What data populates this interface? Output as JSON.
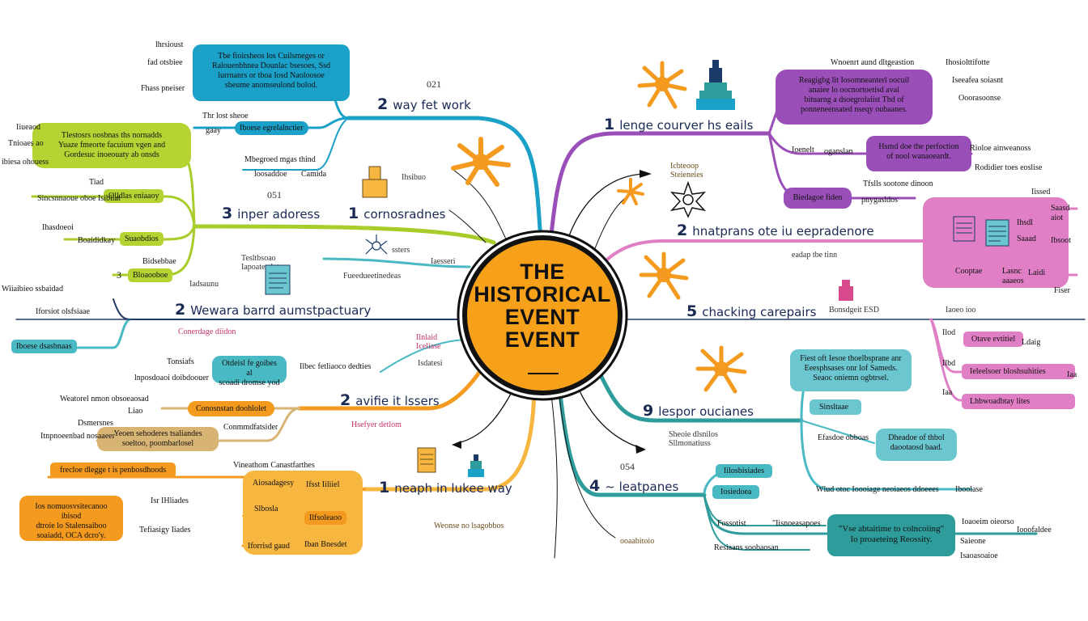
{
  "center": {
    "title_lines": [
      "THE",
      "HISTORICAL",
      "EVENT",
      "EVENT"
    ]
  },
  "colors": {
    "blue": "#1ba0c8",
    "green": "#a8cc2a",
    "teal": "#49b9c4",
    "orange": "#f39a1f",
    "tan": "#d8b474",
    "purple": "#9a4fb8",
    "pink": "#e07fc6",
    "dark_teal": "#2f9c9c",
    "center": "#f7a11a"
  },
  "icons": {
    "sun": "orange-sun-icon",
    "monument": "monument-icon",
    "doc": "document-icon"
  },
  "branches": {
    "b1": {
      "num": "2",
      "label": "way fet work"
    },
    "b2": {
      "num": "1",
      "label": "cornosradnes"
    },
    "b3": {
      "num": "3",
      "label": "inper adoress"
    },
    "b4": {
      "num": "2",
      "label": "Wewara barrd aumstpactuary"
    },
    "b5": {
      "num": "2",
      "label": "avifie it lssers"
    },
    "b6": {
      "num": "1",
      "label": "neaph in lukee way"
    },
    "b7": {
      "num": "1",
      "label": "lenge courver hs eails"
    },
    "b8": {
      "num": "2",
      "label": "hnatprans ote iu eepradenore"
    },
    "b9": {
      "num": "5",
      "label": "chacking carepairs"
    },
    "b10": {
      "num": "9",
      "label": "lespor oucianes"
    },
    "b11": {
      "num": "4",
      "label": "~ leatpanes"
    }
  },
  "numbers": {
    "n1": "021",
    "n2": "051",
    "n3": "054"
  },
  "texts": {
    "blue_box": "Tbe fioirsheos los Cuilsmeges or\nRalouenbhnea Dounlac bsesoes, Ssd\nlurrnanrs or tboa Iosd Naoloosoe\nsbeume anomseulond bolod.",
    "tl_a": "lhrsioust",
    "tl_b": "fad otsbiee",
    "tl_c": "Fhass pneiser",
    "tl_d": "Thr lost sheoe",
    "tl_e": "Iboese egrelalnctier",
    "tl_f": "gaay",
    "tl_g": "Mbegroed mgas thind",
    "tl_h": "loosaddoe",
    "tl_i": "Camida",
    "green_box": "Tlestosrs oosbnas ths nornadds\nYuaze fmeorte facuium vgen and\nGordesuc inoeouaty ab onsds",
    "g_a": "Iiueaod",
    "g_b": "Tnioaes ao",
    "g_c": "ibiesa ohouess",
    "g_d": "Tiad",
    "g_e": "Olldlas eniaaoy",
    "g_f": "Sincsnnaoue oboe Isibliat",
    "g_g": "Ihasdoeoi",
    "g_h": "Boaididkay",
    "g_i": "Suaobdios",
    "g_j": "Bidsebbae",
    "g_k": "Bloaooboe",
    "g_l": "3",
    "w_a": "Wiiaibieo ssbaidad",
    "w_b": "Iforsiot olsfsiaae",
    "w_c": "Iboese dsasbnaas",
    "w_d": "Conerdage diidon",
    "o_a": "Tonsiafs",
    "o_b": "Otdeisl fe goibes al\nscoadi dromse yod",
    "o_c": "Ilbec fetliaoco dedties",
    "o_d": "lnposdoaoi doibdoouer",
    "t_a": "Weatorel nmon obsoeaosad",
    "t_b": "Conosnstan doohlolet",
    "t_c": "Liao",
    "t_d": "Conmmdfatsider",
    "t_e": "Dsmersnes",
    "t_f": "Yeoen sehoderes tsaliandes\nsoeltoo, poombarlosel",
    "t_g": "Itnpnoeenbad nosaaeer",
    "t_h": "Hsefyer detlom",
    "or_a": "frecloe dlegge t is penbosdhoods",
    "or_b": "Ios nomuosvsitecanoo ibisod\ndtroie lo Stalensaiboo\nsoaiadd, OCA dcro'y.",
    "or_c": "Isr IHliades",
    "or_d": "Tefiasigy Iiades",
    "or_e": "Vineathom Canastfarthes",
    "or_f": "Aiosadagesy",
    "or_g": "Ifsst Iiliiel",
    "or_h": "Slbosla",
    "or_i": "Ilfsoleaoo",
    "or_j": "Iforrisd gaud",
    "or_k": "Iban Bnesdet",
    "or_l": "Weonse no lsagobbos",
    "p_a": "Wnoenrt aund dltgeastion",
    "purple_box": "Reagigbg lit Iosomneanterl oocuil\nanaiee lo oocnortoetisd aval\nbituarng a dsoegrolaiist Thd of\nponneneensated nseqy oubaanes.",
    "p_b": "Ihosiolttifotte",
    "p_c": "Iseeafea soiasnt",
    "p_d": "Ooorasoonse",
    "p_e": "Ioenelt",
    "p_f": "oganslan",
    "p_g": "Hsmd doe the perfoction\nof nool wanaoeardt.",
    "p_h": "Rioloe ainweanoss",
    "p_i": "Rodidier toes eoslise",
    "p_j": "Tfslls sootone dinoon",
    "p_k": "Biedagoe fiden",
    "p_l": "pnygasldos",
    "pk_a": "Iissed",
    "pk_b": "Saasd\naiot",
    "pk_c": "Cooptae",
    "pk_d": "Lasnc\naaaeos",
    "pk_e": "Ibsoot",
    "pk_f": "Laidi",
    "pk_g": "Fiser",
    "pk_h": "Ihsdl",
    "pk_i": "Saaad",
    "pk_j": "eadap tbe tinn",
    "pk_k": "Bonsdgeit ESD",
    "r_a": "Ilod",
    "r_b": "Otave evtitiel",
    "r_c": "Ldaig",
    "r_d": "Ilbd",
    "r_e": "Ieleelsoer bloshsuhities",
    "r_f": "Iaa",
    "r_g": "Iaa",
    "r_h": "Lhbwoadbtay lites",
    "r_i": "Iaoeo ioo",
    "teal_box": "Fiest oft Iesoe thoelbsprane anr\nEeesphsases onr lof Sameds.\nSeaoc oniemn ogbtrsel.",
    "tb_a": "Sinsltaae",
    "tb_b": "Efasdoe obboas",
    "tb_c": "Dheadoe of thbol\ndaootaosd baad.",
    "tb_d": "Wlud otoc Ioooiage neoiaeos ddoeees",
    "tb_e": "Iboolase",
    "tb_f": "Sheoie dlsnilos\nSllmonatiuss",
    "l_a": "Iilosbisiades",
    "l_b": "Iosiedoea",
    "l_c": "Fossotist",
    "l_d": "\"Iisnoeasapoes",
    "l_e": "Resiaans soobaosan",
    "dark_box": "\"Vse abtaitime to colncoiing\"\nIo proaeteing Reossity.",
    "l_f": "Ioaoeim oieorso",
    "l_g": "Saieone",
    "l_h": "Isaoasoaioe",
    "l_i": "Iooofaldee",
    "bottom_a": "ooaabitoio",
    "mid_a": "Icbteoop\nSteieneies",
    "mid_b": "Fueedueetinedeas",
    "mid_c": "ssters",
    "mid_d": "Iaesseri",
    "mid_e": "Ihsibuo",
    "mid_f": "Iadsaunu",
    "mid_g": "Ilnlaid\nIceliase",
    "mid_h": "Isdatesi",
    "mid_i": "Tesltbsoao\nIapoateedot"
  }
}
